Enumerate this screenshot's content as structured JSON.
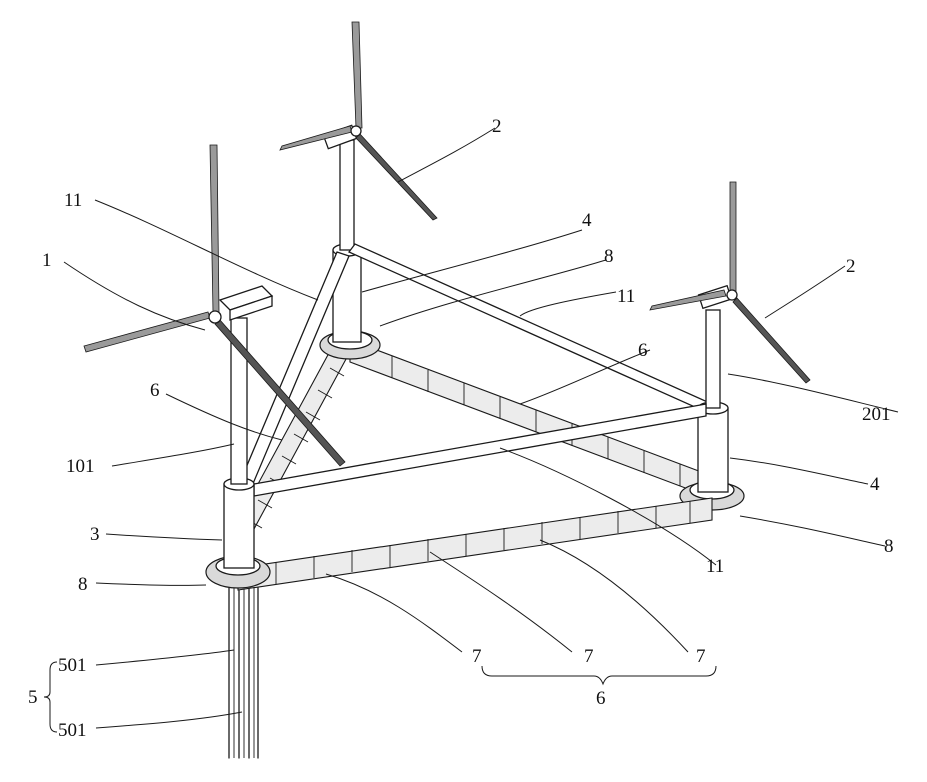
{
  "labels": {
    "l1": "1",
    "l2a": "2",
    "l2b": "2",
    "l3": "3",
    "l4a": "4",
    "l4b": "4",
    "l5": "5",
    "l6a": "6",
    "l6b": "6",
    "l6c": "6",
    "l7a": "7",
    "l7b": "7",
    "l7c": "7",
    "l8a": "8",
    "l8b": "8",
    "l8c": "8",
    "l11a": "11",
    "l11b": "11",
    "l11c": "11",
    "l101": "101",
    "l201": "201",
    "l501a": "501",
    "l501b": "501"
  }
}
